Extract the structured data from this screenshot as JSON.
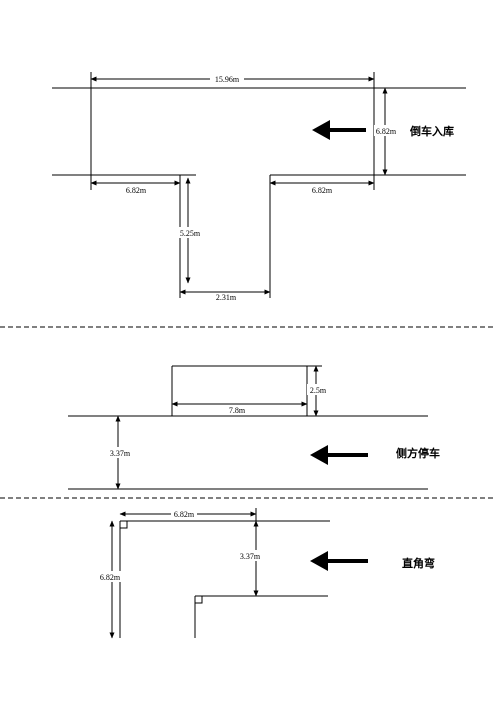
{
  "sections": [
    {
      "title": "倒车入库",
      "dims": [
        "15.96m",
        "6.82m",
        "6.82m",
        "6.82m",
        "5.25m",
        "2.31m"
      ]
    },
    {
      "title": "侧方停车",
      "dims": [
        "2.5m",
        "7.8m",
        "3.37m"
      ]
    },
    {
      "title": "直角弯",
      "dims": [
        "6.82m",
        "3.37m",
        "6.82m"
      ]
    }
  ],
  "icons": {
    "direction": "arrow-left-icon"
  }
}
